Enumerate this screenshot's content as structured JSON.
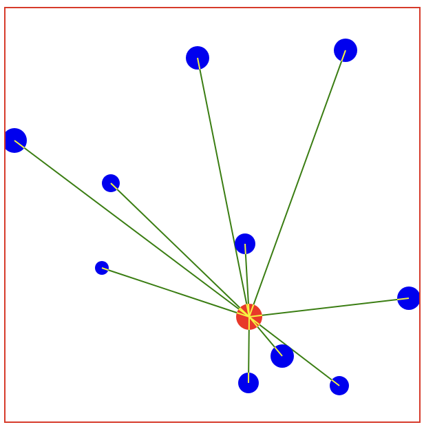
{
  "colors": {
    "frame": "#d63a2a",
    "hub": "#e8392a",
    "node": "#0000ee",
    "edge": "#3a7d12",
    "edge_inner": "#f5f542"
  },
  "hub": {
    "id": "hub"
  },
  "nodes": [
    {
      "id": "n1",
      "size": "large"
    },
    {
      "id": "n2",
      "size": "small"
    },
    {
      "id": "n3",
      "size": "small"
    },
    {
      "id": "n4",
      "size": "large"
    },
    {
      "id": "n5",
      "size": "large"
    },
    {
      "id": "n6",
      "size": "medium"
    },
    {
      "id": "n7",
      "size": "large"
    },
    {
      "id": "n8",
      "size": "large"
    },
    {
      "id": "n9",
      "size": "medium"
    },
    {
      "id": "n10",
      "size": "medium"
    }
  ]
}
